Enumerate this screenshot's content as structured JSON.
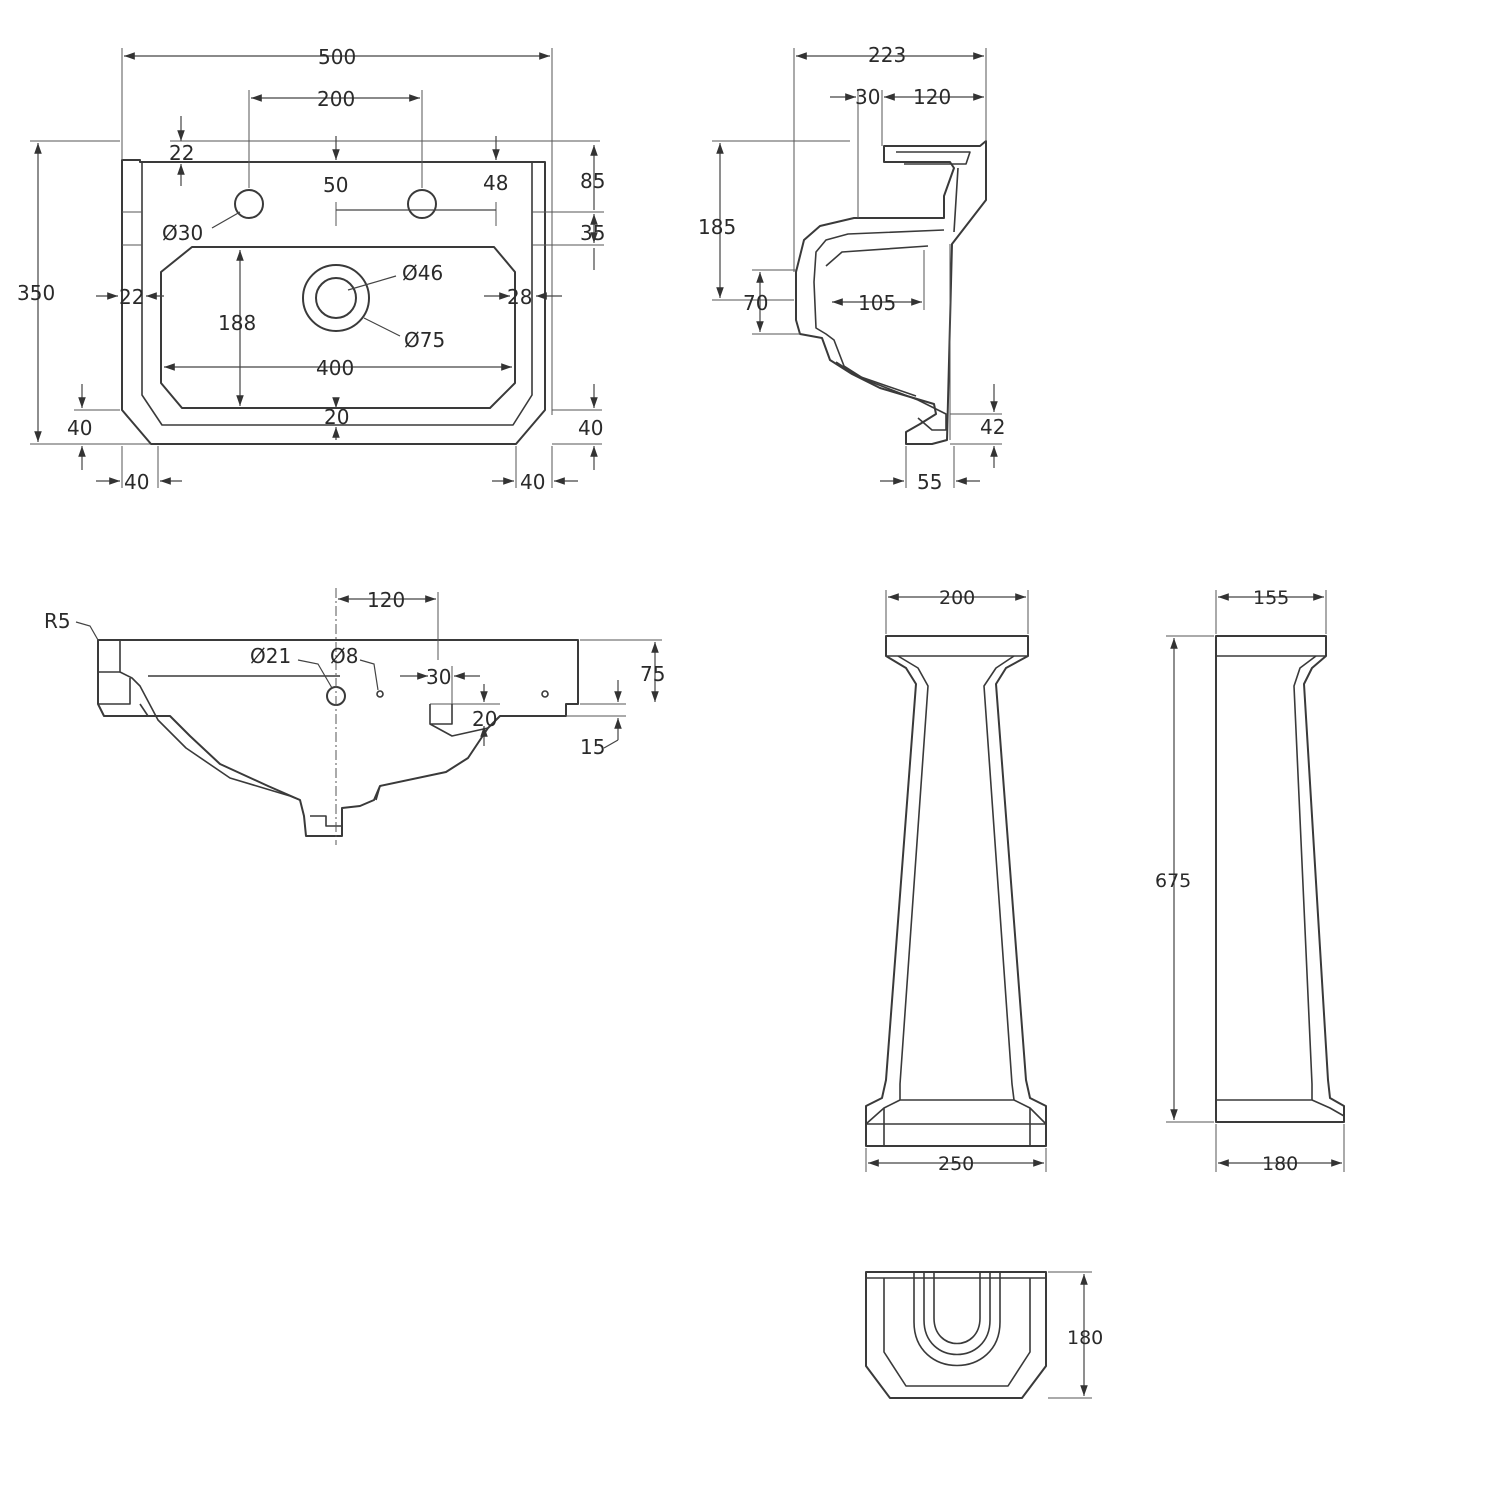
{
  "top_view": {
    "width": "500",
    "taps_spacing": "200",
    "d22_top": "22",
    "d50": "50",
    "d48": "48",
    "d85": "85",
    "d35": "35",
    "tap_dia": "Ø30",
    "waste_dia_inner": "Ø46",
    "waste_dia_outer": "Ø75",
    "depth": "350",
    "d22_left": "22",
    "d28_right": "28",
    "bowl_depth": "188",
    "bowl_width": "400",
    "d20": "20",
    "d40_left_v": "40",
    "d40_right_v": "40",
    "d40_left_h": "40",
    "d40_right_h": "40"
  },
  "side_section": {
    "total": "223",
    "d30": "30",
    "d120": "120",
    "d185": "185",
    "d70": "70",
    "d105": "105",
    "d42": "42",
    "d55": "55"
  },
  "front_section": {
    "radius": "R5",
    "d120": "120",
    "hole_large": "Ø21",
    "hole_small": "Ø8",
    "d30": "30",
    "d20": "20",
    "d75": "75",
    "d15": "15"
  },
  "pedestal_front": {
    "top_width": "200",
    "base_width": "250"
  },
  "pedestal_side": {
    "top_width": "155",
    "height": "675",
    "base_width": "180"
  },
  "pedestal_plan": {
    "depth": "180"
  }
}
